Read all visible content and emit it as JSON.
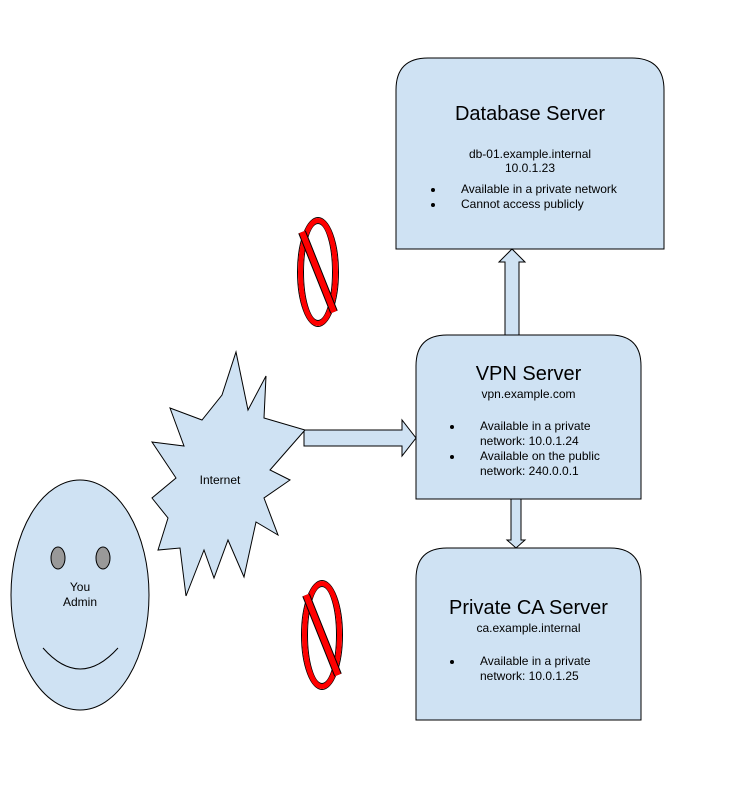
{
  "database_server": {
    "title": "Database Server",
    "hostname": "db-01.example.internal",
    "ip": "10.0.1.23",
    "bullets": [
      "Available in a private network",
      "Cannot access publicly"
    ]
  },
  "vpn_server": {
    "title": "VPN Server",
    "hostname": "vpn.example.com",
    "bullets": [
      [
        "Available in a private",
        "network: 10.0.1.24"
      ],
      [
        "Available on the public",
        "network: 240.0.0.1"
      ]
    ]
  },
  "ca_server": {
    "title": "Private CA Server",
    "hostname": "ca.example.internal",
    "bullets": [
      [
        "Available in a private",
        "network: 10.0.1.25"
      ]
    ]
  },
  "internet": {
    "label": "Internet"
  },
  "admin": {
    "line1": "You",
    "line2": "Admin"
  },
  "colors": {
    "box_fill": "#cfe2f3",
    "stroke": "#000000",
    "prohibited_red": "#ff0000",
    "eye_fill": "#999999"
  }
}
